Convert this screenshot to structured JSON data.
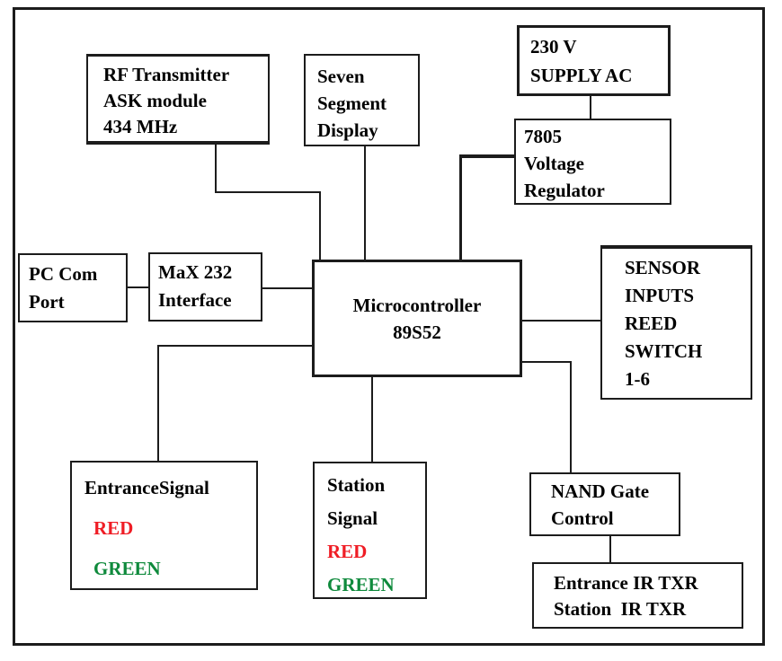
{
  "diagram": {
    "description": "Block diagram of microcontroller based train/signal control system",
    "colors": {
      "red": "#ef1d25",
      "green": "#0f8a3c",
      "text": "#000000",
      "line": "#1c1c1c"
    },
    "nodes": {
      "rf_transmitter": {
        "lines": [
          "RF Transmitter",
          "ASK module",
          "434 MHz"
        ]
      },
      "seven_segment": {
        "lines": [
          "Seven",
          "Segment",
          "Display"
        ]
      },
      "supply_230v": {
        "lines": [
          "230 V",
          "SUPPLY AC"
        ]
      },
      "regulator_7805": {
        "lines": [
          "7805",
          "Voltage",
          "Regulator"
        ]
      },
      "pc_com_port": {
        "lines": [
          "PC Com",
          "Port"
        ]
      },
      "max232": {
        "lines": [
          "MaX 232",
          "Interface"
        ]
      },
      "microcontroller": {
        "lines": [
          "Microcontroller",
          "89S52"
        ]
      },
      "sensor_inputs": {
        "lines": [
          "SENSOR",
          "INPUTS",
          "REED",
          "SWITCH",
          "1-6"
        ]
      },
      "entrance_signal": {
        "lines": [
          "EntranceSignal",
          "RED",
          "GREEN"
        ]
      },
      "station_signal": {
        "lines": [
          "Station",
          "Signal",
          "RED",
          "GREEN"
        ]
      },
      "nand_gate": {
        "lines": [
          "NAND Gate",
          "Control"
        ]
      },
      "ir_txr": {
        "lines": [
          "Entrance IR TXR",
          "Station  IR TXR"
        ]
      }
    },
    "edges": [
      {
        "from": "rf_transmitter",
        "to": "microcontroller"
      },
      {
        "from": "seven_segment",
        "to": "microcontroller"
      },
      {
        "from": "supply_230v",
        "to": "regulator_7805"
      },
      {
        "from": "regulator_7805",
        "to": "microcontroller"
      },
      {
        "from": "pc_com_port",
        "to": "max232"
      },
      {
        "from": "max232",
        "to": "microcontroller"
      },
      {
        "from": "microcontroller",
        "to": "sensor_inputs"
      },
      {
        "from": "microcontroller",
        "to": "nand_gate"
      },
      {
        "from": "nand_gate",
        "to": "ir_txr"
      },
      {
        "from": "microcontroller",
        "to": "station_signal"
      },
      {
        "from": "microcontroller",
        "to": "entrance_signal"
      }
    ]
  }
}
